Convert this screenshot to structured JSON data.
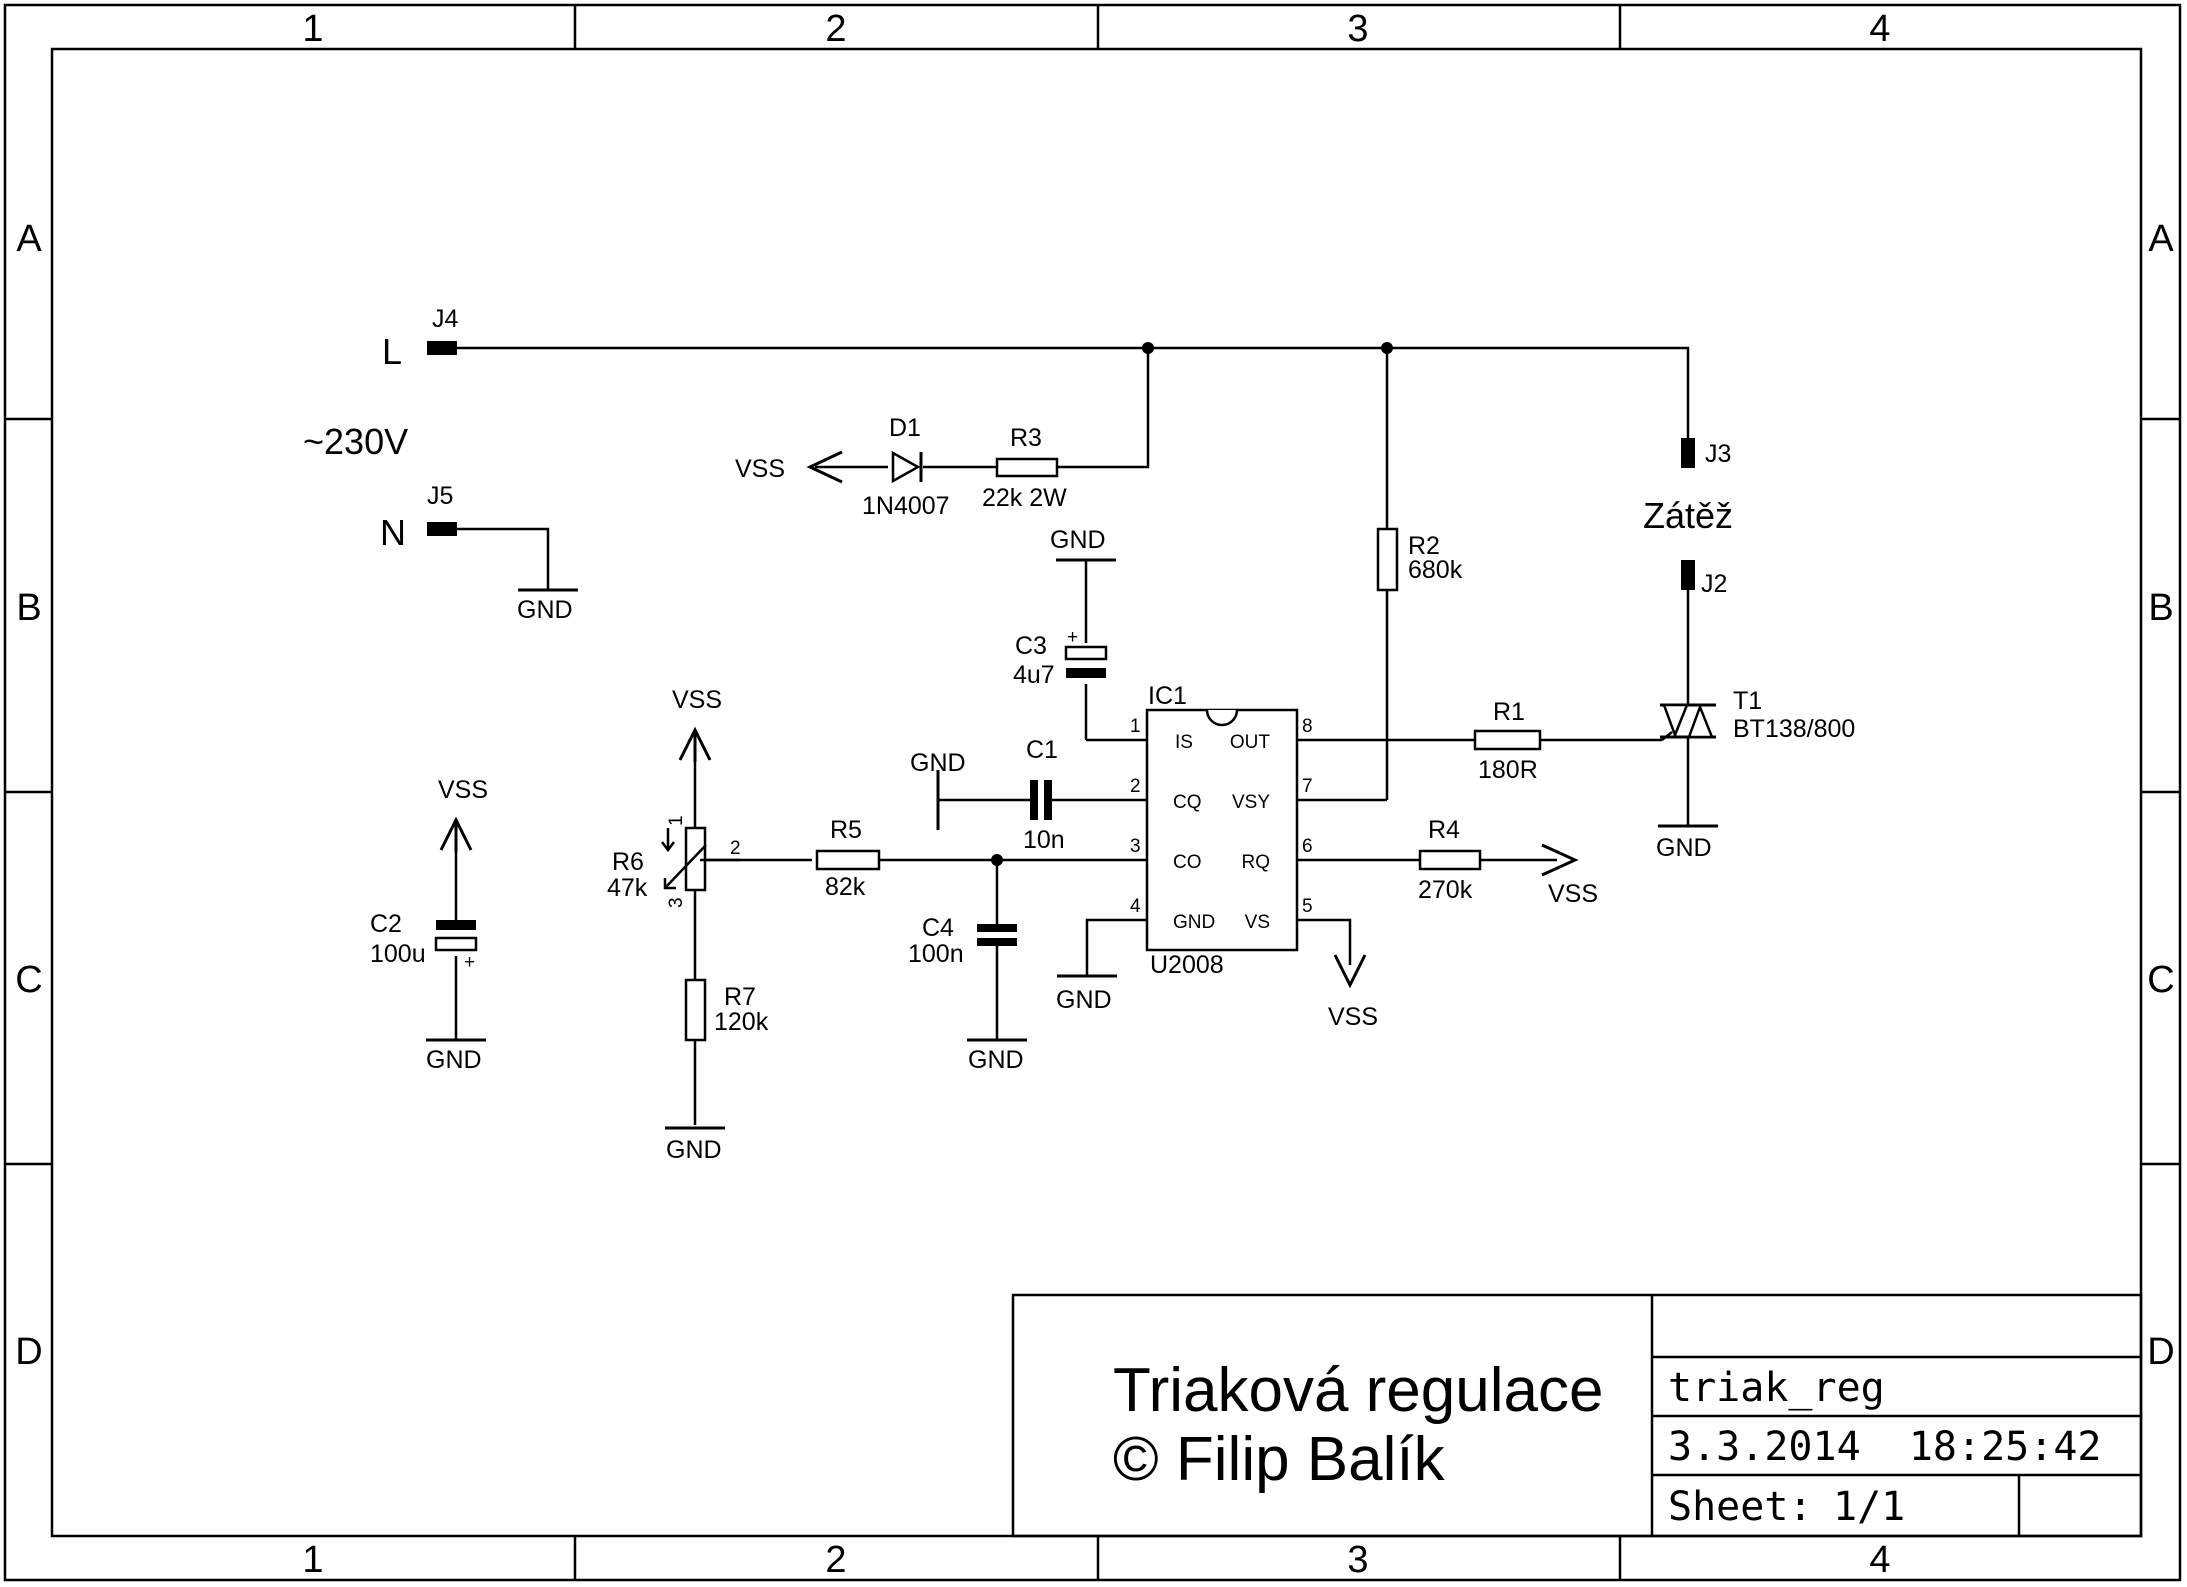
{
  "frame": {
    "columns": [
      "1",
      "2",
      "3",
      "4"
    ],
    "rows": [
      "A",
      "B",
      "C",
      "D"
    ]
  },
  "title_block": {
    "title": "Triaková regulace",
    "author": "© Filip Balík",
    "file": "triak_reg",
    "datetime": "3.3.2014  18:25:42",
    "sheet_label": "Sheet:",
    "sheet_value": "1/1"
  },
  "supply": {
    "label": "~230V",
    "line": "L",
    "neutral": "N"
  },
  "connectors": {
    "j4": "J4",
    "j5": "J5",
    "j3": "J3",
    "j2": "J2",
    "load": "Zátěž"
  },
  "components": {
    "d1": {
      "ref": "D1",
      "value": "1N4007"
    },
    "r3": {
      "ref": "R3",
      "value": "22k 2W"
    },
    "r2": {
      "ref": "R2",
      "value": "680k"
    },
    "r1": {
      "ref": "R1",
      "value": "180R"
    },
    "r4": {
      "ref": "R4",
      "value": "270k"
    },
    "r5": {
      "ref": "R5",
      "value": "82k"
    },
    "r6": {
      "ref": "R6",
      "value": "47k"
    },
    "r7": {
      "ref": "R7",
      "value": "120k"
    },
    "c1": {
      "ref": "C1",
      "value": "10n"
    },
    "c2": {
      "ref": "C2",
      "value": "100u"
    },
    "c3": {
      "ref": "C3",
      "value": "4u7"
    },
    "c4": {
      "ref": "C4",
      "value": "100n"
    },
    "t1": {
      "ref": "T1",
      "value": "BT138/800"
    },
    "ic1": {
      "ref": "IC1",
      "value": "U2008"
    }
  },
  "ic1_pins": {
    "left": [
      {
        "num": "1",
        "name": "IS"
      },
      {
        "num": "2",
        "name": "CQ"
      },
      {
        "num": "3",
        "name": "CO"
      },
      {
        "num": "4",
        "name": "GND"
      }
    ],
    "right": [
      {
        "num": "8",
        "name": "OUT"
      },
      {
        "num": "7",
        "name": "VSY"
      },
      {
        "num": "6",
        "name": "RQ"
      },
      {
        "num": "5",
        "name": "VS"
      }
    ]
  },
  "pot_pins": {
    "p1": "1",
    "p2": "2",
    "p3": "3"
  },
  "polarity": {
    "plus": "+"
  },
  "nets": {
    "vss": "VSS",
    "gnd": "GND"
  }
}
